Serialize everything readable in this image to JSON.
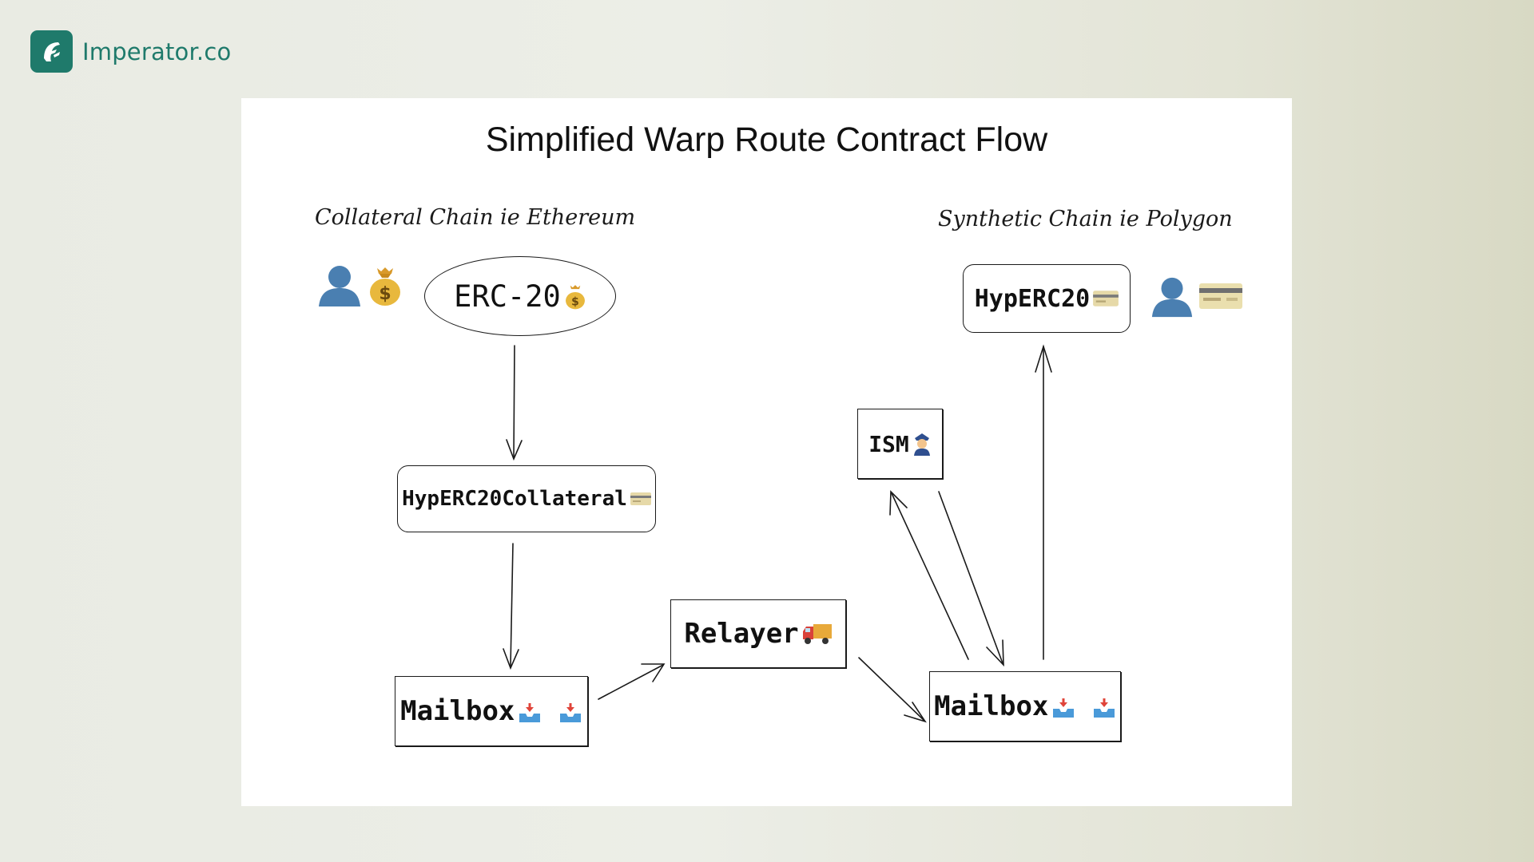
{
  "brand": {
    "name": "Imperator.co",
    "logo_color": "#1f7a6b"
  },
  "diagram": {
    "title": "Simplified Warp Route Contract Flow",
    "left_chain_label": "Collateral Chain ie Ethereum",
    "right_chain_label": "Synthetic Chain ie Polygon",
    "nodes": {
      "erc20": "ERC-20",
      "hyp_collateral": "HypERC20Collateral",
      "mailbox_left": "Mailbox",
      "relayer": "Relayer",
      "mailbox_right": "Mailbox",
      "ism": "ISM",
      "hyp_erc20": "HypERC20"
    },
    "icons": {
      "user": "user-silhouette-icon",
      "money": "money-bag-icon",
      "card": "credit-card-icon",
      "truck": "delivery-truck-icon",
      "inbox": "inbox-tray-icon",
      "officer": "police-officer-icon"
    }
  }
}
